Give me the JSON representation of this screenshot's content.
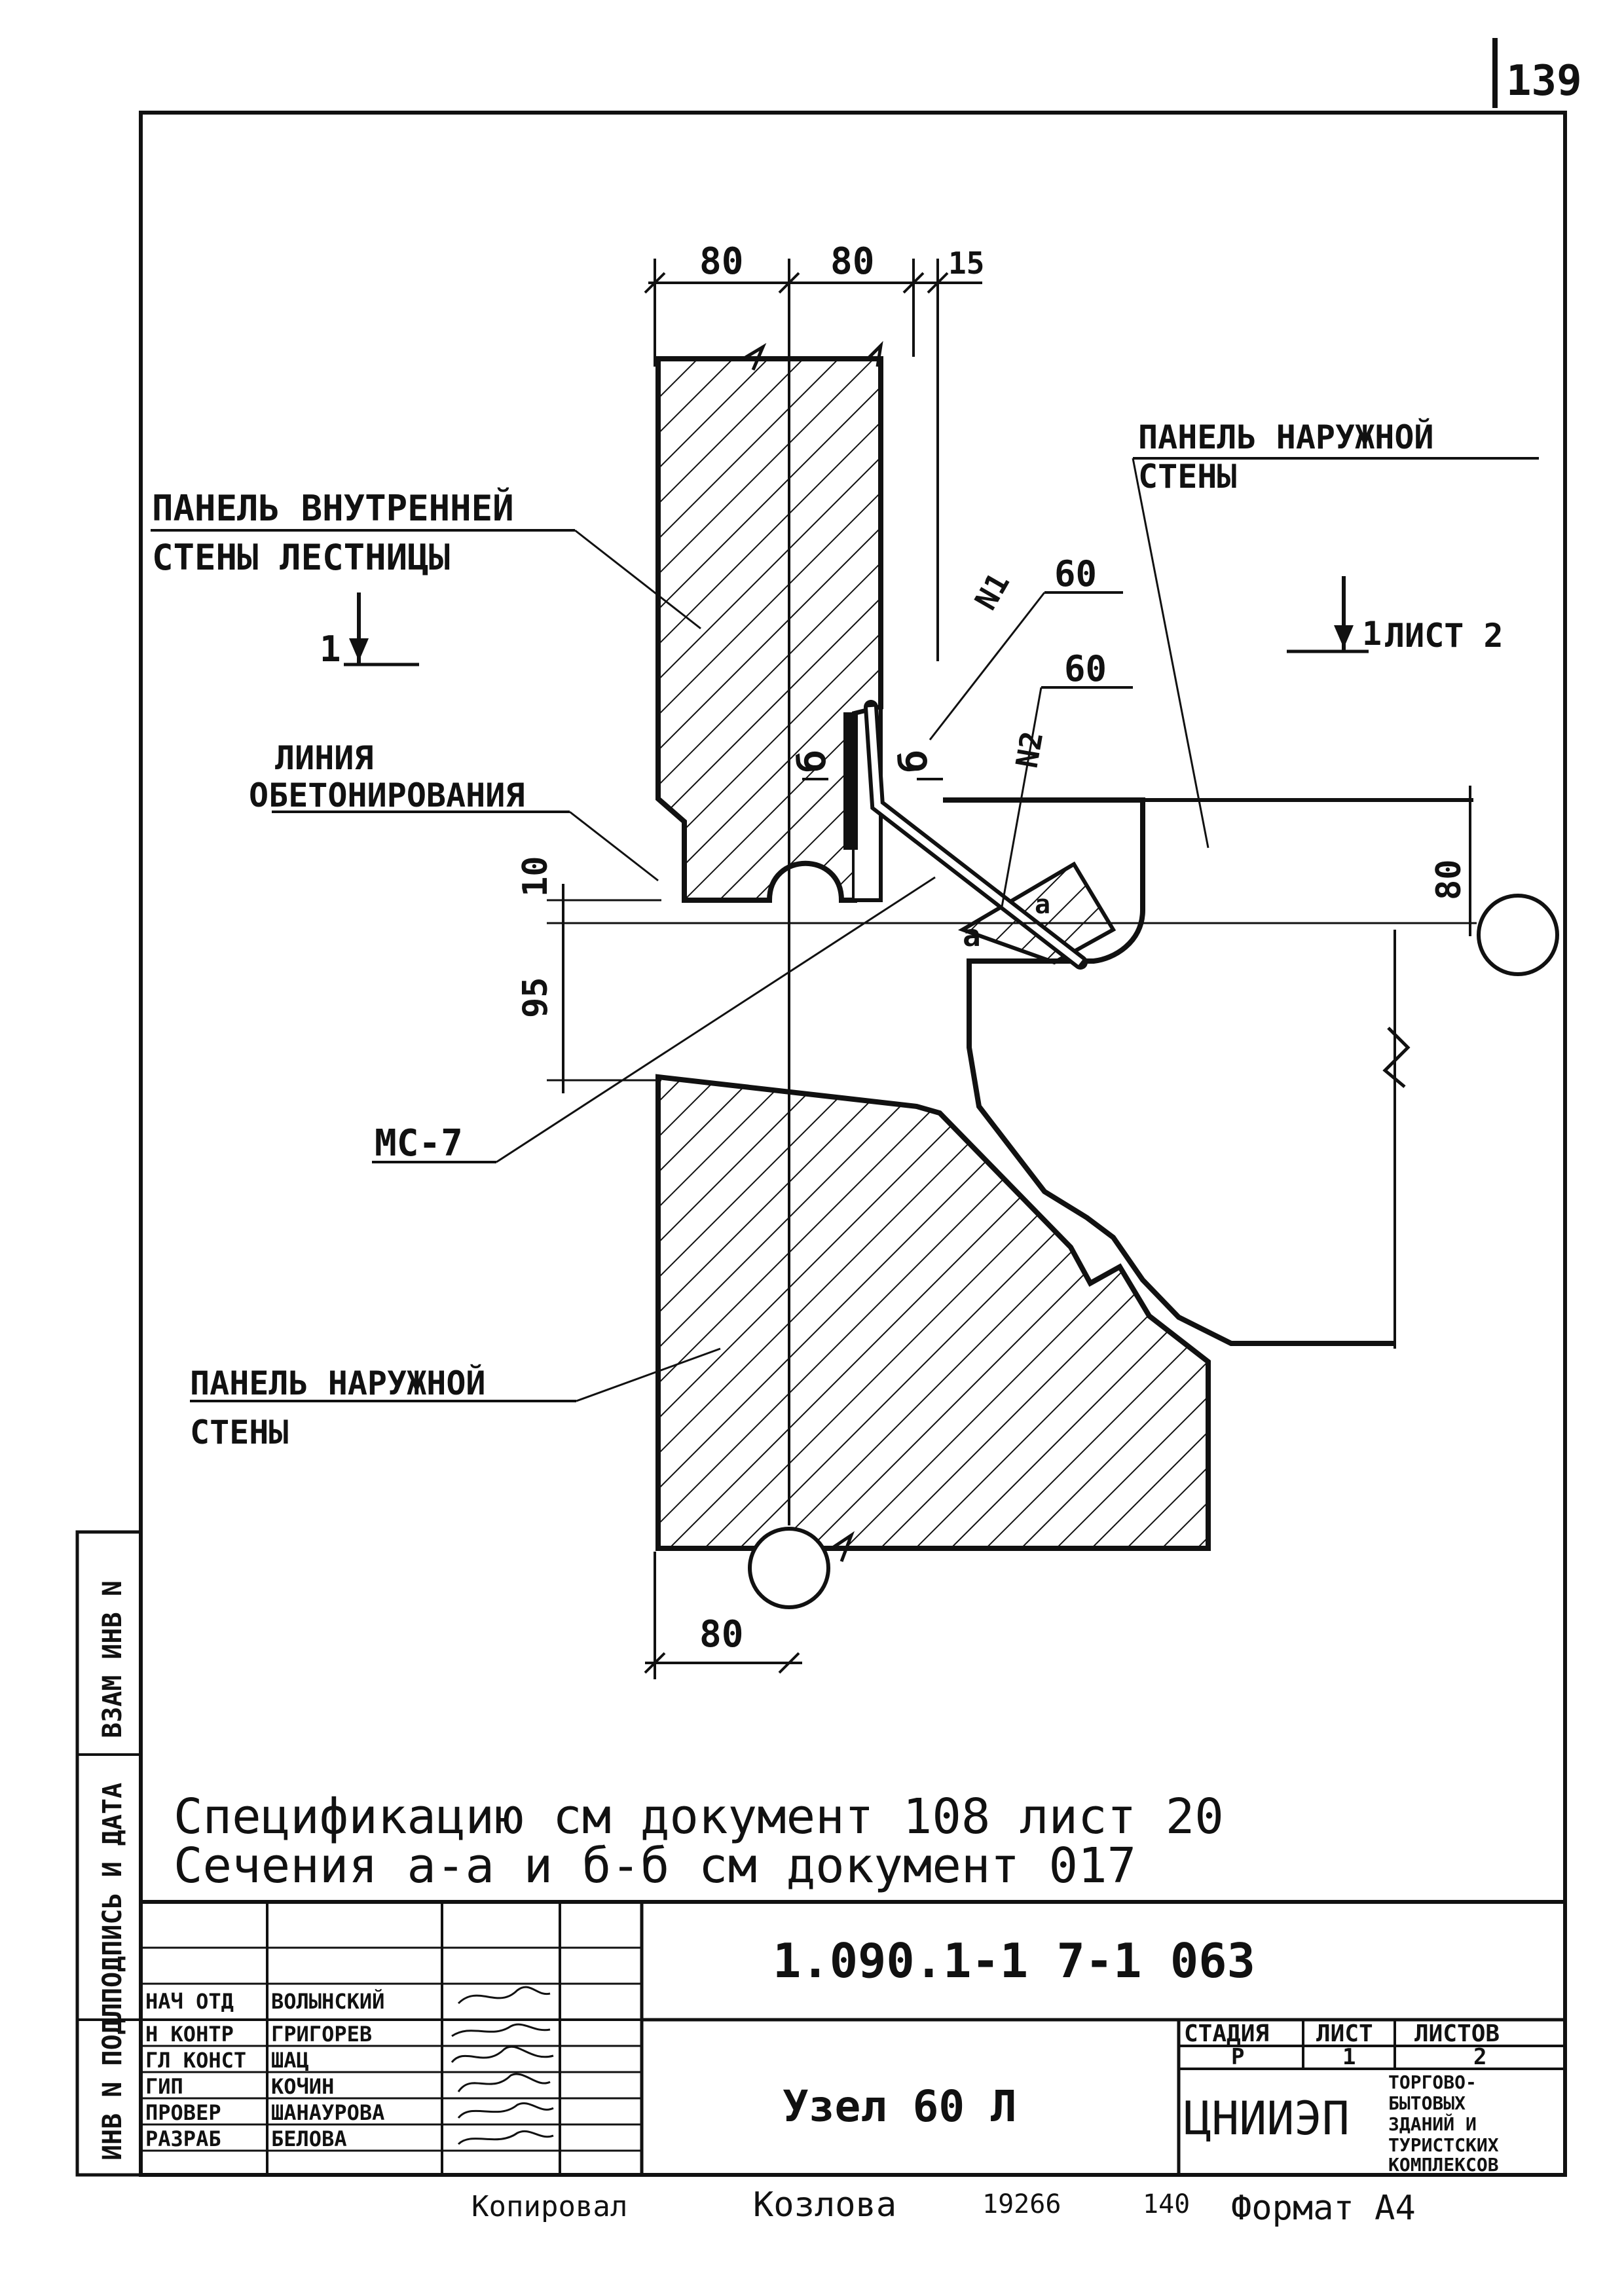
{
  "sheet_number": "139",
  "labels": {
    "inner_panel_l1": "ПАНЕЛЬ ВНУТРЕННЕЙ",
    "inner_panel_l2": "СТЕНЫ ЛЕСТНИЦЫ",
    "outer_panel_top_l1": "ПАНЕЛЬ НАРУЖНОЙ",
    "outer_panel_top_l2": "СТЕНЫ",
    "outer_panel_bot_l1": "ПАНЕЛЬ НАРУЖНОЙ",
    "outer_panel_bot_l2": "СТЕНЫ",
    "concrete_line_l1": "ЛИНИЯ",
    "concrete_line_l2": "ОБЕТОНИРОВАНИЯ",
    "mc_label": "МС-7",
    "n1": "N1",
    "n2": "N2",
    "section_left_num": "1",
    "section_right_num": "1",
    "section_right_sheet": "ЛИСТ 2",
    "cut_b1": "б",
    "cut_b2": "б",
    "cut_a": "а",
    "cut_a2": "а"
  },
  "dimensions": {
    "top_80a": "80",
    "top_80b": "80",
    "top_15": "15",
    "d60_1": "60",
    "d60_2": "60",
    "d10": "10",
    "d95": "95",
    "d80_right": "80",
    "d80_bottom": "80"
  },
  "notes": {
    "line1": "Спецификацию см документ 108 лист 20",
    "line2": "Сечения а-а и б-б см документ 017"
  },
  "side_stamp": {
    "inv_podl": "ИНВ N ПОДЛ",
    "podpis_data": "ПОДПИСЬ И ДАТА",
    "vzam_inv": "ВЗАМ ИНВ N"
  },
  "title_block": {
    "doc_code": "1.090.1-1 7-1 063",
    "title": "Узел 60 Л",
    "stage_header": "СТАДИЯ",
    "sheet_header": "ЛИСТ",
    "sheets_header": "ЛИСТОВ",
    "stage": "Р",
    "sheet": "1",
    "sheets": "2",
    "org": "ЦНИИЭП",
    "org_desc_1": "ТОРГОВО-",
    "org_desc_2": "БЫТОВЫХ",
    "org_desc_3": "ЗДАНИЙ И",
    "org_desc_4": "ТУРИСТСКИХ",
    "org_desc_5": "КОМПЛЕКСОВ",
    "rows": [
      {
        "role": "НАЧ ОТД",
        "name": "ВОЛЫНСКИЙ"
      },
      {
        "role": "Н КОНТР",
        "name": "ГРИГОРЕВ"
      },
      {
        "role": "ГЛ КОНСТ",
        "name": "ШАЦ"
      },
      {
        "role": "ГИП",
        "name": "КОЧИН"
      },
      {
        "role": "ПРОВЕР",
        "name": "ШАНАУРОВА"
      },
      {
        "role": "РАЗРАБ",
        "name": "БЕЛОВА"
      }
    ]
  },
  "footer": {
    "copied": "Копировал",
    "copier": "Козлова",
    "num": "19266",
    "page": "140",
    "format": "Формат А4"
  }
}
